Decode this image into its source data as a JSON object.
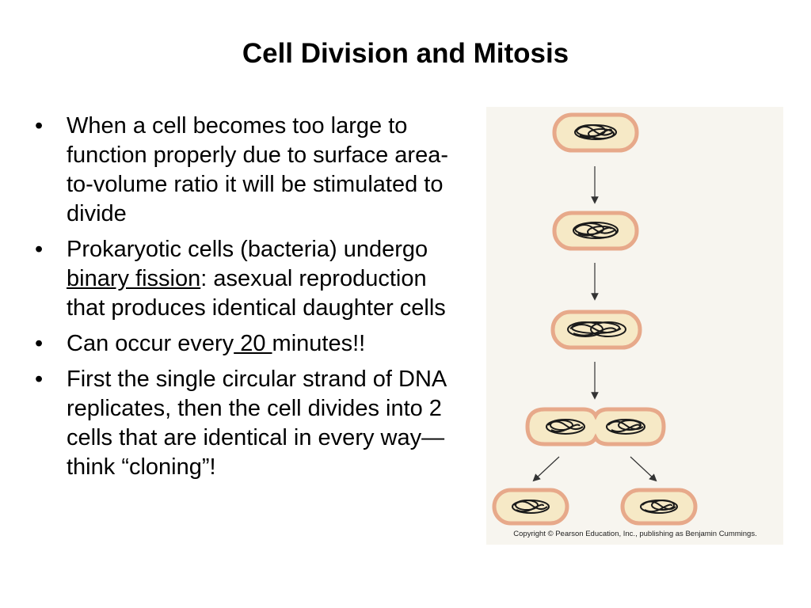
{
  "slide": {
    "title": "Cell Division and Mitosis"
  },
  "bullets": [
    {
      "text": "When a cell becomes too large to function properly due to surface area-to-volume ratio it will be stimulated to divide"
    },
    {
      "before": "Prokaryotic cells (bacteria) undergo ",
      "underlined": "binary fission",
      "after": ": asexual reproduction that produces identical daughter cells"
    },
    {
      "before": "Can occur every",
      "underlined": " 20 ",
      "after": "minutes!!"
    },
    {
      "text": "First the single circular strand of DNA replicates, then the cell divides into 2 cells that are identical in every way—think “cloning”!"
    }
  ],
  "bullet_symbol": "•",
  "figure": {
    "copyright": "Copyright © Pearson Education, Inc., publishing as Benjamin Cummings.",
    "colors": {
      "cell_fill": "#f6e9c6",
      "cell_border": "#e7a98a",
      "dna": "#1a1a1a",
      "background": "#f7f5ef"
    }
  }
}
